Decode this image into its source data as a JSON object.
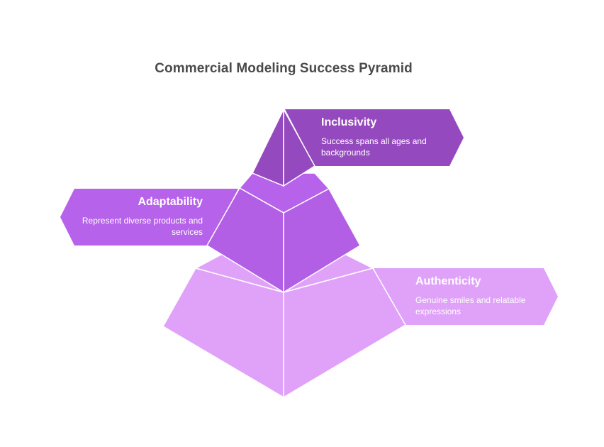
{
  "title": "Commercial Modeling Success Pyramid",
  "colors": {
    "top_tier": "#9549be",
    "top_tier_light": "#a95bd0",
    "middle_tier": "#b662ea",
    "middle_tier_front": "#b25fe6",
    "bottom_tier": "#dfa2f8",
    "outline": "#ffffff",
    "title_text": "#4a4a4a"
  },
  "tiers": [
    {
      "id": "inclusivity",
      "heading": "Inclusivity",
      "description": "Success spans all ages and backgrounds"
    },
    {
      "id": "adaptability",
      "heading": "Adaptability",
      "description": "Represent diverse products and services"
    },
    {
      "id": "authenticity",
      "heading": "Authenticity",
      "description": "Genuine smiles and relatable expressions"
    }
  ]
}
